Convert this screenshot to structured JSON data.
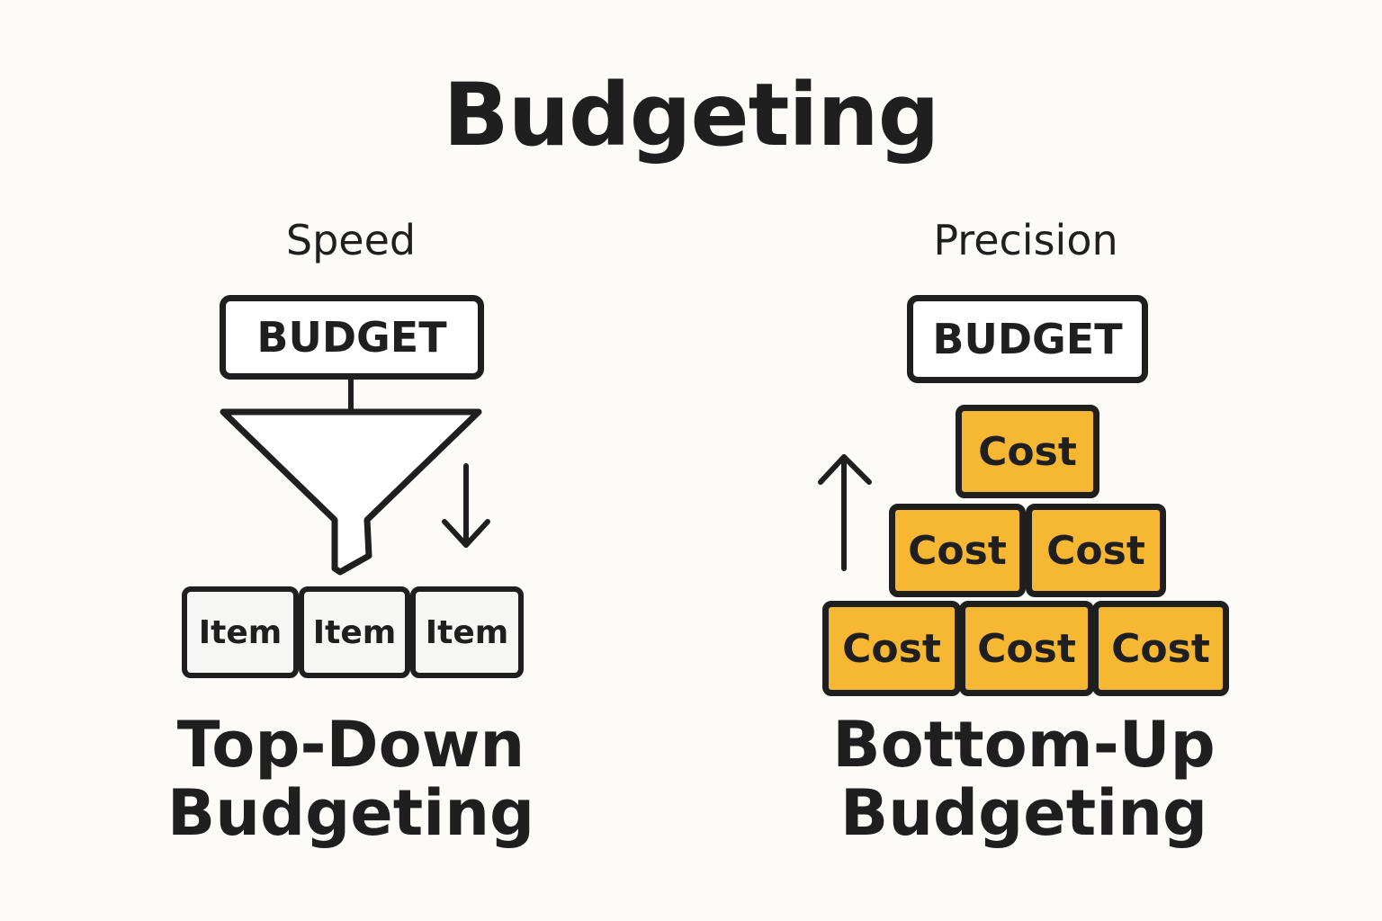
{
  "title": "Budgeting",
  "left": {
    "subtitle": "Speed",
    "budget_label": "BUDGET",
    "items": [
      "Item",
      "Item",
      "Item"
    ],
    "caption_line1": "Top-Down",
    "caption_line2": "Budgeting"
  },
  "right": {
    "subtitle": "Precision",
    "budget_label": "BUDGET",
    "costs": [
      "Cost",
      "Cost",
      "Cost",
      "Cost",
      "Cost",
      "Cost"
    ],
    "caption_line1": "Bottom-Up",
    "caption_line2": "Budgeting"
  },
  "colors": {
    "background": "#fcfbf7",
    "ink": "#1f1f1f",
    "cost_fill": "#f6b733"
  },
  "icons": {
    "funnel": "funnel-icon",
    "down_arrow": "arrow-down-icon",
    "up_arrow": "arrow-up-icon"
  }
}
